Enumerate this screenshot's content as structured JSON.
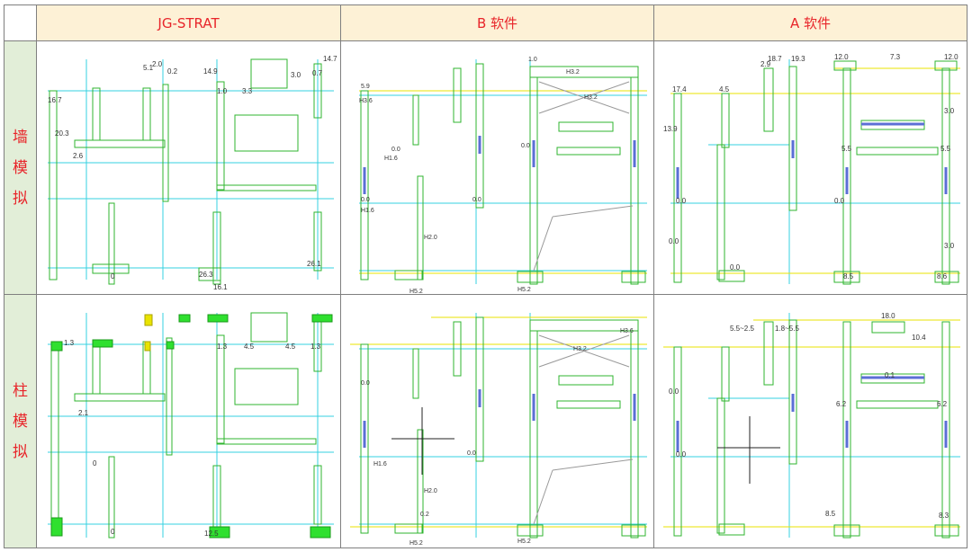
{
  "table": {
    "corner": "",
    "columns": [
      "JG-STRAT",
      "B 软件",
      "A 软件"
    ],
    "rows": [
      {
        "label_chars": [
          "墙",
          "模",
          "拟"
        ]
      },
      {
        "label_chars": [
          "柱",
          "模",
          "拟"
        ]
      }
    ]
  },
  "colors": {
    "header_bg": "#fdf1d6",
    "rowheader_bg": "#e2eed8",
    "label_red": "#e8252a",
    "wall_green": "#2fb52f",
    "axis_cyan": "#35d0e0",
    "beam_blue": "#5b6fd6",
    "label_yellow": "#e9e300",
    "column_fill": "#2fe02f"
  },
  "panels": {
    "jg_wall": {
      "labels": [
        "16.7",
        "20.3",
        "2.6",
        "5.1",
        "2.0",
        "0.2",
        "14.9",
        "1.0",
        "3.3",
        "3.0",
        "0.7",
        "14.7",
        "26.3",
        "16.1",
        "26.1",
        "0"
      ]
    },
    "b_wall": {
      "labels": [
        "5.9",
        "H3.6",
        "0.0",
        "1.0",
        "H1.6",
        "H3.2",
        "H2.0",
        "H5.2",
        "0.0",
        "0.0",
        "H1.6",
        "H3.2",
        "0.0",
        "H5.2"
      ]
    },
    "a_wall": {
      "labels": [
        "17.4",
        "4.5",
        "2.9",
        "18.7",
        "19.3",
        "12.0",
        "7.3",
        "12.0",
        "13.9",
        "0.0",
        "5.5",
        "5.5",
        "3.0",
        "0.0",
        "3.0",
        "8.5",
        "8.6",
        "0.0",
        "0.0"
      ]
    },
    "jg_col": {
      "labels": [
        "1.3",
        "2.1",
        "1.3",
        "4.5",
        "4.5",
        "1.3",
        "12.5",
        "0",
        "0"
      ]
    },
    "b_col": {
      "labels": [
        "0.0",
        "H3.6",
        "H1.6",
        "H3.2",
        "H2.0",
        "H5.2",
        "0.0",
        "H5.2",
        "0.2"
      ]
    },
    "a_col": {
      "labels": [
        "5.5~2.5",
        "1.8~5.5",
        "18.0",
        "10.4",
        "0.1",
        "6.2",
        "6.2",
        "0.0",
        "0.0",
        "8.5",
        "8.3"
      ]
    }
  }
}
